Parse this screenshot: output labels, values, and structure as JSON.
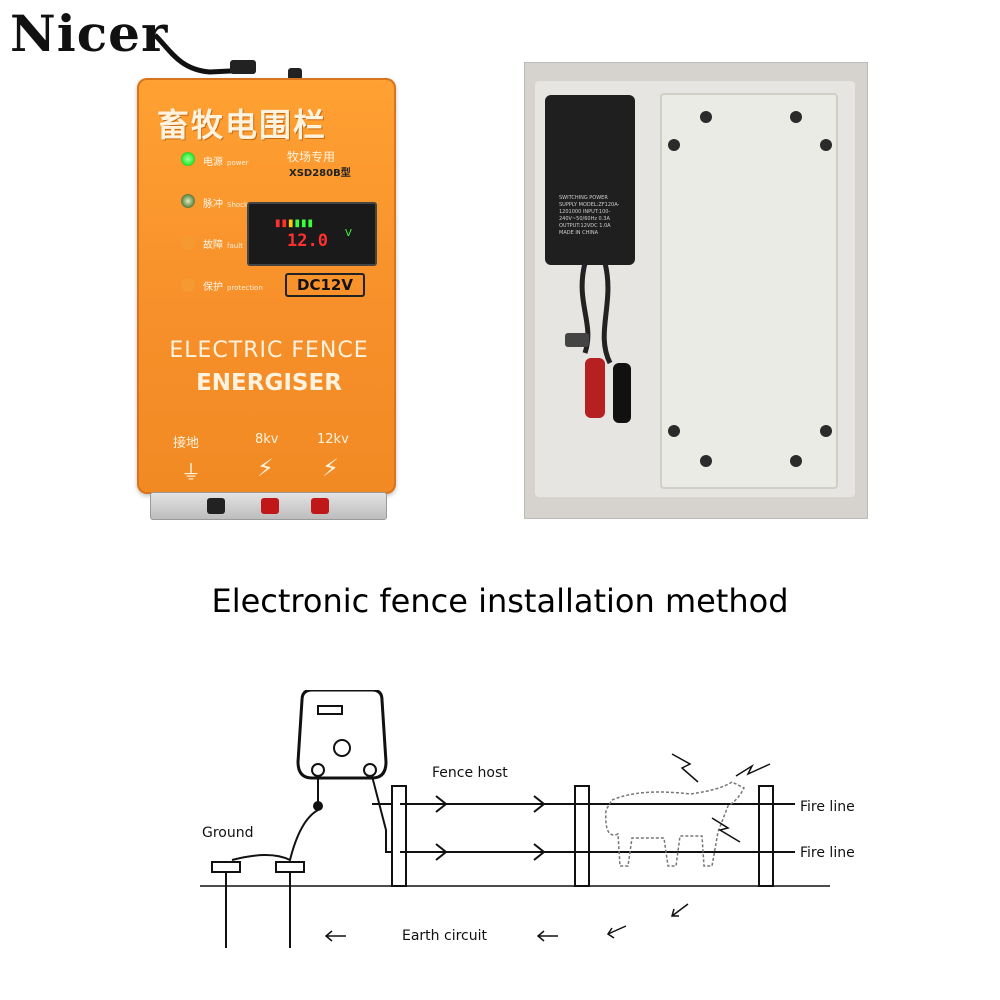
{
  "brand": "Nicer",
  "device": {
    "title_cn": "畜牧电围栏",
    "subtitle_cn": "牧场专用",
    "model": "XSD280B型",
    "indicators": [
      {
        "cn": "电源",
        "en": "power"
      },
      {
        "cn": "脉冲",
        "en": "Shock"
      },
      {
        "cn": "故障",
        "en": "fault"
      },
      {
        "cn": "保护",
        "en": "protection"
      }
    ],
    "meter_value": "12.0",
    "meter_unit": "V",
    "voltage_label": "DC12V",
    "label_line1": "ELECTRIC FENCE",
    "label_line2": "ENERGISER",
    "terminals": [
      "接地",
      "8kv",
      "12kv"
    ]
  },
  "adapter_label": "SWITCHING POWER SUPPLY MODEL:ZF120A-1201000 INPUT:100-240V~50/60Hz 0.3A OUTPUT:12VDC 1.0A MADE IN CHINA",
  "heading": "Electronic fence installation method",
  "diagram": {
    "fence_host": "Fence host",
    "ground": "Ground",
    "fire_line_1": "Fire line",
    "fire_line_2": "Fire line",
    "earth_circuit": "Earth circuit"
  },
  "colors": {
    "device_orange": "#f7902a",
    "led_green": "#3df23d",
    "meter_red": "#ff3030"
  }
}
